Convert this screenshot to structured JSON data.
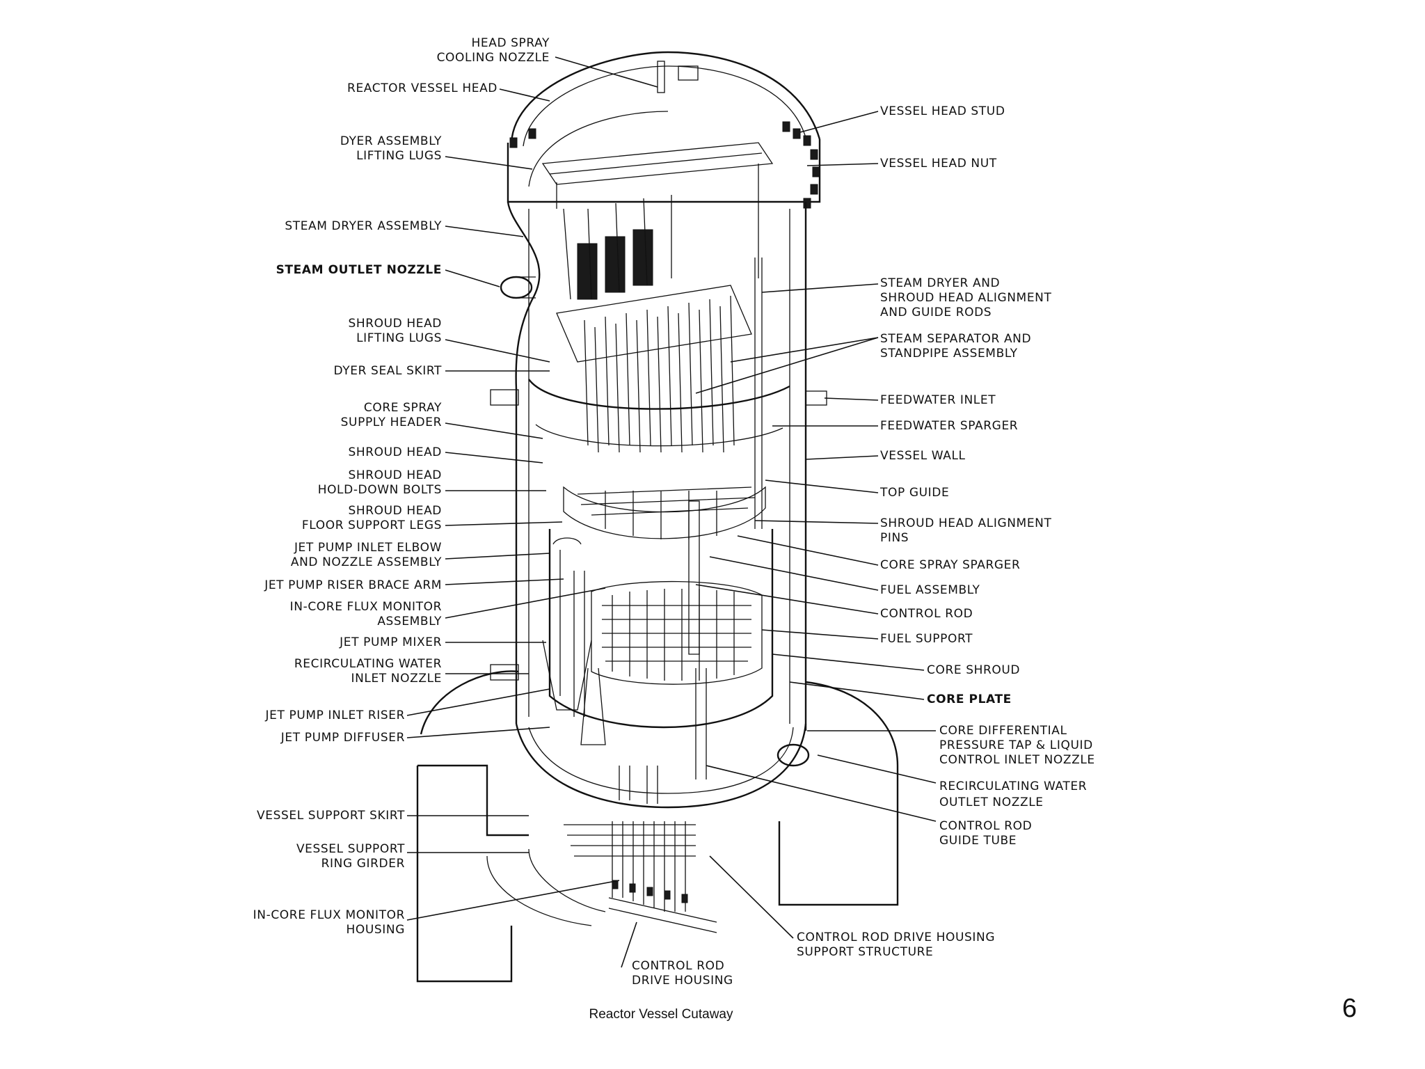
{
  "caption": "Reactor Vessel Cutaway",
  "page_number": "6",
  "labels": {
    "head_spray_1": "HEAD SPRAY",
    "head_spray_2": "COOLING NOZZLE",
    "vessel_head": "REACTOR VESSEL HEAD",
    "dyer_lugs_1": "DYER ASSEMBLY",
    "dyer_lugs_2": "LIFTING LUGS",
    "steam_dryer": "STEAM DRYER ASSEMBLY",
    "steam_outlet": "STEAM OUTLET NOZZLE",
    "shroud_lugs_1": "SHROUD HEAD",
    "shroud_lugs_2": "LIFTING LUGS",
    "dyer_seal": "DYER SEAL SKIRT",
    "core_spray_hdr_1": "CORE SPRAY",
    "core_spray_hdr_2": "SUPPLY HEADER",
    "shroud_head": "SHROUD HEAD",
    "holddown_1": "SHROUD HEAD",
    "holddown_2": "HOLD-DOWN BOLTS",
    "floor_legs_1": "SHROUD HEAD",
    "floor_legs_2": "FLOOR SUPPORT LEGS",
    "jp_elbow_1": "JET PUMP INLET ELBOW",
    "jp_elbow_2": "AND NOZZLE ASSEMBLY",
    "jp_brace": "JET PUMP RISER BRACE ARM",
    "incore_flux_1": "IN-CORE FLUX MONITOR",
    "incore_flux_2": "ASSEMBLY",
    "jp_mixer": "JET PUMP MIXER",
    "recirc_inlet_1": "RECIRCULATING WATER",
    "recirc_inlet_2": "INLET NOZZLE",
    "jp_riser": "JET PUMP INLET RISER",
    "jp_diffuser": "JET PUMP DIFFUSER",
    "support_skirt": "VESSEL SUPPORT SKIRT",
    "ring_girder_1": "VESSEL SUPPORT",
    "ring_girder_2": "RING GIRDER",
    "flux_housing_1": "IN-CORE FLUX MONITOR",
    "flux_housing_2": "HOUSING",
    "crd_housing_1": "CONTROL ROD",
    "crd_housing_2": "DRIVE HOUSING",
    "head_stud": "VESSEL HEAD STUD",
    "head_nut": "VESSEL HEAD NUT",
    "guide_rods_1": "STEAM DRYER AND",
    "guide_rods_2": "SHROUD HEAD ALIGNMENT",
    "guide_rods_3": "AND GUIDE RODS",
    "separator_1": "STEAM SEPARATOR AND",
    "separator_2": "STANDPIPE ASSEMBLY",
    "fw_inlet": "FEEDWATER INLET",
    "fw_sparger": "FEEDWATER SPARGER",
    "vessel_wall": "VESSEL WALL",
    "top_guide": "TOP GUIDE",
    "align_pins_1": "SHROUD HEAD ALIGNMENT",
    "align_pins_2": "PINS",
    "cs_sparger": "CORE SPRAY SPARGER",
    "fuel_assembly": "FUEL ASSEMBLY",
    "control_rod": "CONTROL ROD",
    "fuel_support": "FUEL SUPPORT",
    "core_shroud": "CORE SHROUD",
    "core_plate": "CORE PLATE",
    "dp_tap_1": "CORE DIFFERENTIAL",
    "dp_tap_2": "PRESSURE TAP & LIQUID",
    "dp_tap_3": "CONTROL INLET NOZZLE",
    "recirc_outlet_1": "RECIRCULATING WATER",
    "recirc_outlet_2": "OUTLET NOZZLE",
    "crd_guide_1": "CONTROL ROD",
    "crd_guide_2": "GUIDE TUBE",
    "crd_support_1": "CONTROL ROD DRIVE HOUSING",
    "crd_support_2": "SUPPORT STRUCTURE"
  }
}
